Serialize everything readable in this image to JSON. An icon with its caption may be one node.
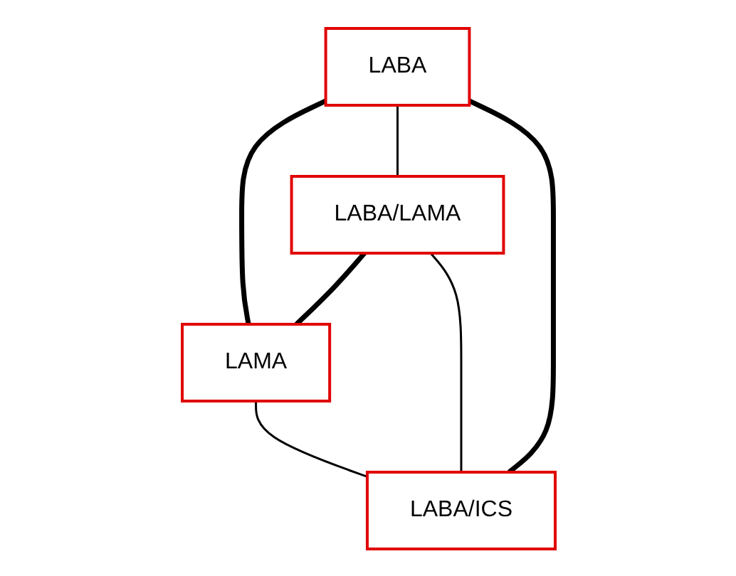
{
  "diagram": {
    "nodes": [
      {
        "text": [
          "LABA"
        ]
      },
      {
        "text": [
          "LABA/LAMA"
        ]
      },
      {
        "text": [
          "LAMA"
        ]
      },
      {
        "text": [
          "LABA/ICS"
        ]
      }
    ],
    "edges": [
      {
        "from": 0,
        "to": 2,
        "arrow": "none",
        "style": "thick"
      },
      {
        "from": 0,
        "to": 1,
        "arrow": "none"
      },
      {
        "from": 0,
        "to": 3,
        "arrow": "none",
        "style": "thick"
      },
      {
        "from": 1,
        "to": 2,
        "arrow": "none",
        "style": "thick"
      },
      {
        "from": 1,
        "to": 3,
        "arrow": "none"
      },
      {
        "from": 2,
        "to": 3,
        "arrow": "none"
      }
    ]
  }
}
